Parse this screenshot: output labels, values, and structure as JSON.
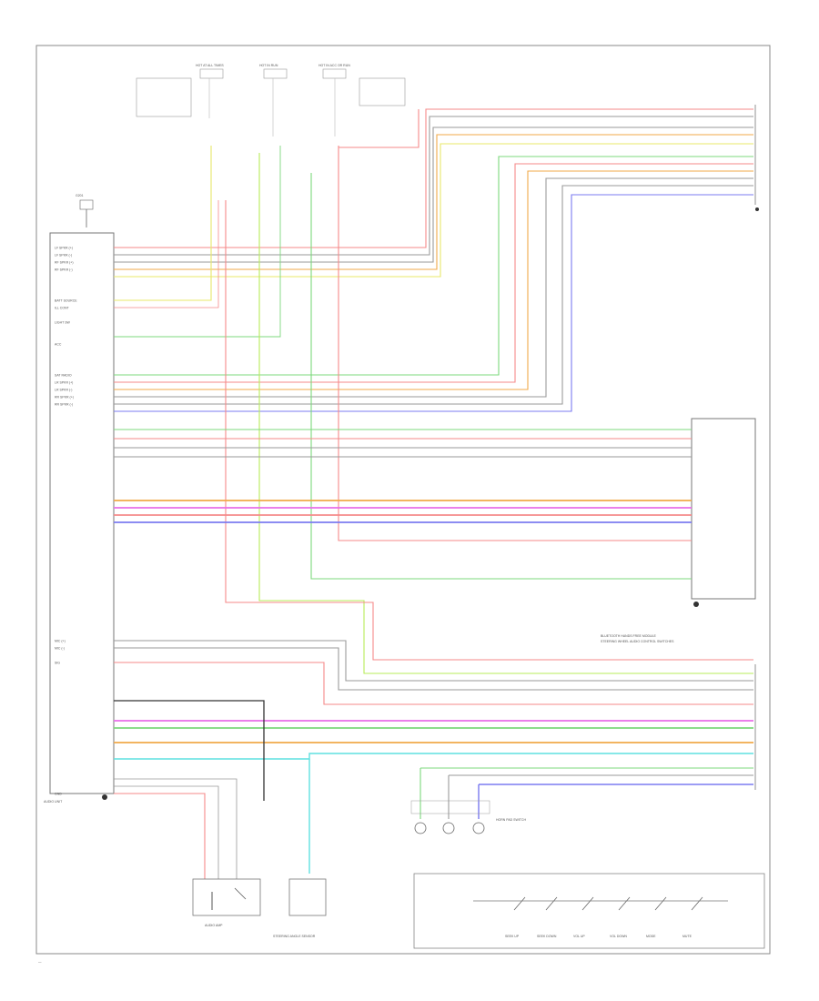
{
  "diagram": {
    "footer_code": "—",
    "fuse_labels": [
      "HOT AT ALL TIMES",
      "HOT IN RUN",
      "HOT IN ACC OR RUN"
    ],
    "ground_label": "G201",
    "left_module_label": "AUDIO UNIT",
    "left_pins": [
      "LF SPKR (+)",
      "LF SPKR (-)",
      "RF SPKR (+)",
      "RF SPKR (-)",
      "BATT SOURCE",
      "ILL CONT",
      "LIGHT SW",
      "ACC",
      "SAT RADIO",
      "LR SPKR (+)",
      "LR SPKR (-)",
      "RR SPKR (+)",
      "RR SPKR (-)",
      "MIC (+)",
      "MIC (-)",
      "SIG",
      "GND"
    ],
    "right_module_label": "BLUETOOTH HANDS FREE MODULE",
    "right_connector_label": "STEERING WHEEL AUDIO CONTROL SWITCHES",
    "bottom_components": [
      "AUDIO AMP",
      "STEERING ANGLE SENSOR",
      "HORN PAD SWITCH"
    ],
    "switch_labels": [
      "SEEK UP",
      "SEEK DOWN",
      "VOL UP",
      "VOL DOWN",
      "MODE",
      "MUTE"
    ],
    "wire_colors": [
      "RED/BLU",
      "GRY",
      "WHT",
      "YEL",
      "GRN/WHT",
      "BLK/RED",
      "ORN",
      "BLU/WHT",
      "BLU",
      "PNK",
      "VIO",
      "LT GRN",
      "LT BLU"
    ],
    "colors": {
      "red": "#f58a8a",
      "gray": "#9a9a9a",
      "orange": "#f0a94a",
      "yellow": "#e8e86a",
      "green": "#7cd87c",
      "blue": "#7b7bf0",
      "magenta": "#e86ee8",
      "cyan": "#5fe0e0",
      "lime": "#b7ec5a",
      "black": "#333333"
    }
  }
}
